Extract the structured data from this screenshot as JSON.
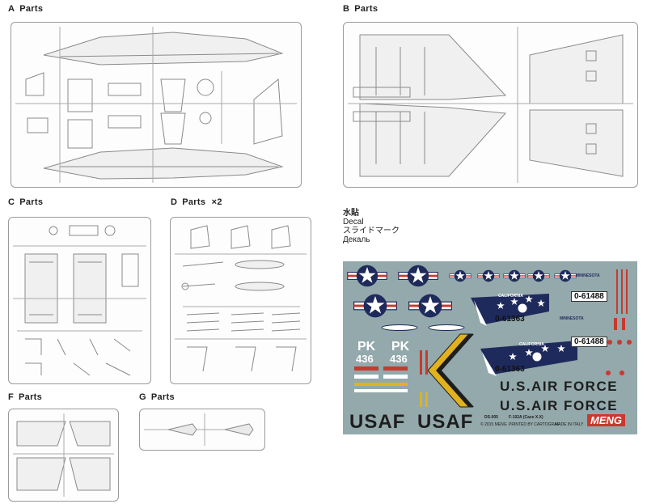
{
  "sections": {
    "a": {
      "letter": "A",
      "label": "Parts"
    },
    "b": {
      "letter": "B",
      "label": "Parts"
    },
    "c": {
      "letter": "C",
      "label": "Parts"
    },
    "d": {
      "letter": "D",
      "label": "Parts",
      "multiplier": "×2"
    },
    "f": {
      "letter": "F",
      "label": "Parts"
    },
    "g": {
      "letter": "G",
      "label": "Parts"
    }
  },
  "decal": {
    "label_jp": "水貼",
    "label_en": "Decal",
    "label_jp2": "スライドマーク",
    "label_ru": "Декаль",
    "usaf_left": "USAF",
    "usaf_right": "USAF",
    "us_air_force_1": "U.S.AIR FORCE",
    "us_air_force_2": "U.S.AIR FORCE",
    "pk_1": "PK",
    "pk_2": "PK",
    "pk_num_1": "436",
    "pk_num_2": "436",
    "serial_1": "0-61363",
    "serial_2": "0-61363",
    "serial_3": "0-61488",
    "serial_4": "0-61488",
    "state_1": "CALIFORNIA",
    "state_2": "CALIFORNIA",
    "state_3": "MINNESOTA",
    "state_4": "MINNESOTA",
    "product_code": "DS-005",
    "product_name": "F-102A (Case X.X)",
    "brand": "MENG",
    "fine_print_1": "© 2015 MENG",
    "fine_print_2": "PRINTED BY CARTOGRAF",
    "fine_print_3": "MADE IN ITALY",
    "colors": {
      "sheet": "#93a9ab",
      "navy": "#1f2a5c",
      "yellow": "#e1b21e",
      "red": "#c8392f"
    }
  }
}
